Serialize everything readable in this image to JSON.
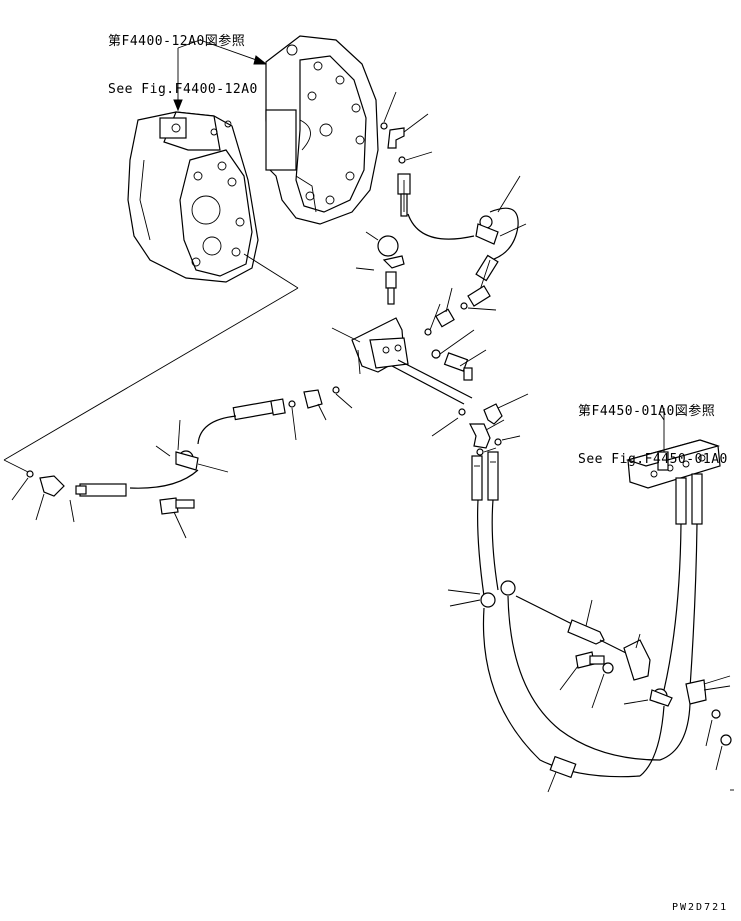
{
  "references": [
    {
      "jp": "第F4400-12A0図参照",
      "en": "See Fig.F4400-12A0"
    },
    {
      "jp": "第F4450-01A0図参照",
      "en": "See Fig.F4450-01A0"
    }
  ],
  "drawing_code": "PW2D721"
}
